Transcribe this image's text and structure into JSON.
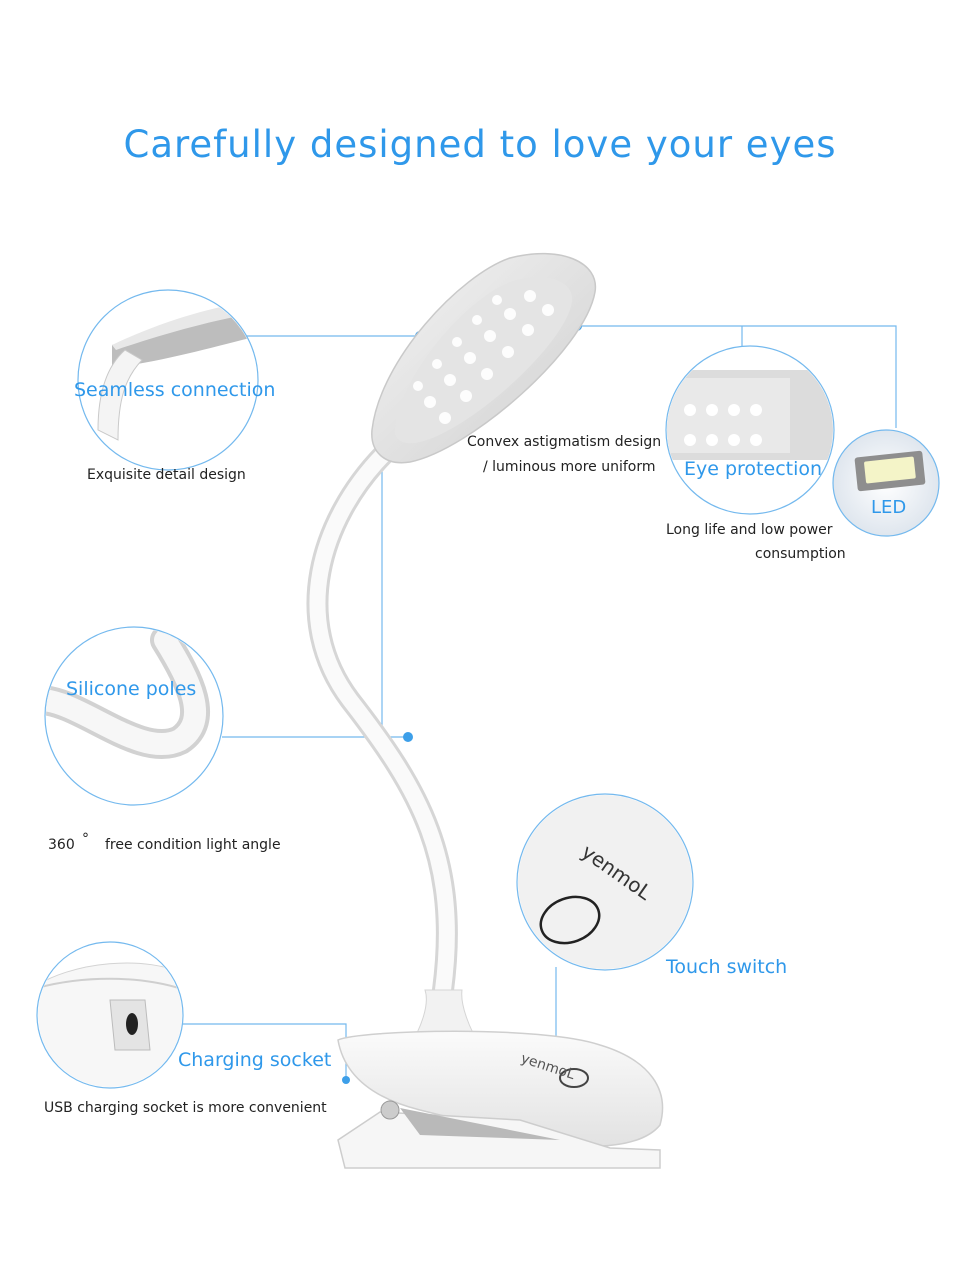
{
  "colors": {
    "accent": "#2f98ea",
    "caption": "#222222",
    "line": "#74b9ee"
  },
  "header": {
    "title": "Carefully designed to love your eyes"
  },
  "features": {
    "seamless": {
      "title": "Seamless connection",
      "caption": "Exquisite detail design"
    },
    "convex": {
      "caption_line1": "Convex astigmatism design",
      "caption_line2": "/ luminous more uniform"
    },
    "eye": {
      "title": "Eye protection",
      "caption_line1": "Long life and low power",
      "caption_line2": "consumption"
    },
    "led": {
      "label": "LED"
    },
    "silicone": {
      "title": "Silicone poles",
      "caption_number": "360",
      "caption_degree": "°",
      "caption_text": "free condition light angle"
    },
    "touch": {
      "title": "Touch switch",
      "brand_mark": "yenmoL"
    },
    "charging": {
      "title": "Charging socket",
      "caption": "USB charging socket is more convenient"
    }
  }
}
